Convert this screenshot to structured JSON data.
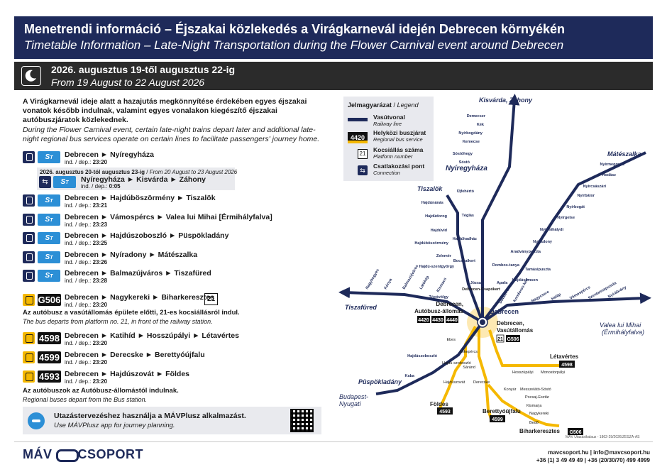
{
  "header": {
    "title_hu": "Menetrendi információ – Éjszakai közlekedés a Virágkarnevál idején Debrecen környékén",
    "title_en": "Timetable Information – Late-Night Transportation during the Flower Carnival event around Debrecen"
  },
  "datebar": {
    "icon": "moon-icon",
    "date_hu": "2026. augusztus 19-től augusztus 22-ig",
    "date_en": "From 19 August to 22 August 2026"
  },
  "intro": {
    "hu": "A Virágkarnevál ideje alatt a hazajutás megkönnyítése érdekében egyes éjszakai vonatok később indulnak, valamint egyes vonalakon kiegészítő éjszakai autóbuszjáratok közlekednek.",
    "en": "During the Flower Carnival event, certain late-night trains depart later and additional late-night regional bus services operate on certain lines to facilitate passengers' journey home."
  },
  "dep_label": "ind. / dep.:",
  "services": [
    {
      "type": "train",
      "badge": "S",
      "route": "Debrecen ► Nyíregyháza",
      "dep": "23:20"
    },
    {
      "type": "train",
      "badge": "S",
      "route": "Debrecen ► Hajdúböszörmény ► Tiszalök",
      "dep": "23:21"
    },
    {
      "type": "train",
      "badge": "S",
      "route": "Debrecen ► Vámospércs ► Valea lui Mihai [Érmihályfalva]",
      "dep": "23:23"
    },
    {
      "type": "train",
      "badge": "S",
      "route": "Debrecen ► Hajdúszoboszló ► Püspökladány",
      "dep": "23:25"
    },
    {
      "type": "train",
      "badge": "S",
      "route": "Debrecen ► Nyíradony ► Mátészalka",
      "dep": "23:26"
    },
    {
      "type": "train",
      "badge": "S",
      "route": "Debrecen ► Balmazújváros ► Tiszafüred",
      "dep": "23:28"
    },
    {
      "type": "bus",
      "badge": "G506",
      "route": "Debrecen ► Nagykereki ► Biharkeresztes",
      "dep": "23:20"
    },
    {
      "type": "bus",
      "badge": "4598",
      "route": "Debrecen ► Katihíd ► Hosszúpályi ► Létavértes",
      "dep": "23:20"
    },
    {
      "type": "bus",
      "badge": "4599",
      "route": "Debrecen ► Derecske ► Berettyóújfalu",
      "dep": "23:20"
    },
    {
      "type": "bus",
      "badge": "4593",
      "route": "Debrecen ► Hajdúszovát ► Földes",
      "dep": "23:20"
    }
  ],
  "extension": {
    "date_hu": "2026. augusztus 20-tól augusztus 23-ig",
    "date_en": "From 20 August to 23 August 2026",
    "route": "Nyíregyháza ► Kisvárda ► Záhony",
    "dep": "0:05"
  },
  "g506_platform": "21",
  "note_g506": {
    "hu": "Az autóbusz a vasútállomás épülete előtti, 21-es kocsiállásról indul.",
    "en": "The bus departs from platform no. 21, in front of the railway station."
  },
  "note_buses": {
    "hu": "Az autóbuszok az Autóbusz-állomástól indulnak.",
    "en": "Regional buses depart from the Bus station."
  },
  "app": {
    "hu": "Utazástervezéshez használja a MÁVPlusz alkalmazást.",
    "en": "Use MÁVPlusz app for journey planning."
  },
  "legend": {
    "title_hu": "Jelmagyarázat",
    "title_en": "Legend",
    "items": [
      {
        "hu": "Vasútvonal",
        "en": "Railway line"
      },
      {
        "hu": "Helyközi buszjárat",
        "en": "Regional bus service",
        "badge": "4420"
      },
      {
        "hu": "Kocsiállás száma",
        "en": "Platform number",
        "badge": "21"
      },
      {
        "hu": "Csatlakozási pont",
        "en": "Connection"
      }
    ]
  },
  "map": {
    "terminals": {
      "zahony": "Kisvárda, Záhony",
      "nyiregyhaza": "Nyíregyháza",
      "tiszalok": "Tiszalök",
      "mateszalka": "Mátészalka",
      "tiszafured": "Tiszafüred",
      "valea": "Valea lui Mihai",
      "valea2": "(Érmihályfalva)",
      "puspokladany": "Püspökladány",
      "budapest": "Budapest-",
      "budapest2": "Nyugati",
      "letavertes": "Létavértes",
      "foldes": "Földes",
      "berettyoujfalu": "Berettyóújfalu",
      "biharkeresztes": "Biharkeresztes"
    },
    "north": [
      "Demecser",
      "Kék",
      "Nyírbogdány",
      "Kemecse",
      "Sóstóhegy",
      "Sóstó"
    ],
    "debrecen_north": [
      "Újfehértó",
      "Téglás",
      "Hajdúhadház",
      "Bocskaikert"
    ],
    "tiszalok_line": [
      "Hajdúnánás",
      "Hajdúdorog",
      "Hajdúvid",
      "Hajdúböszörmény",
      "Zelemér",
      "Hajdú-szentgyörgy"
    ],
    "mateszalka_line": [
      "Nyírmeggyes",
      "Hodász",
      "Nyírcsászári",
      "Nyírbátor",
      "Nyírbogát",
      "Nyírgelse",
      "Nyírmihálydi",
      "Nyíradony",
      "Aradványpuszta",
      "Tamásipuszta",
      "Hajdúsámson",
      "Dombos-tanya"
    ],
    "west": [
      "Nagyhegyes",
      "Kónya",
      "Balmazújváros",
      "Látókép",
      "Kismacs",
      "Józsa",
      "Apafa",
      "Tócóvölgy"
    ],
    "east": [
      "Dobozi utca",
      "Kondoros-kert",
      "Nagycsere",
      "Haláp",
      "Vámospércs",
      "Szentannapuszta",
      "Nyírábrány"
    ],
    "south": [
      "Ebes",
      "Hajdúszoboszló",
      "Kaba"
    ],
    "bus_stops": [
      "Ebes",
      "Mikepércs",
      "Hajdú-szoboszló",
      "Sáránd",
      "Hajdúszovát",
      "Derecske",
      "Konyár",
      "Messzelátó-Sóstó",
      "Pocsaj-Esztár",
      "Kismarja",
      "Nagykereki",
      "Bedő",
      "Hosszúpályi",
      "Monostorpályi"
    ],
    "debrecen": "Debrecen",
    "busstation": "Debrecen, Autóbusz-állomás",
    "busstation1": "Debrecen,",
    "busstation2": "Autóbusz-állomás",
    "railstation1": "Debrecen,",
    "railstation2": "Vasútállomás",
    "csapokert": "Debrecen-Csapókert",
    "bs_badges": [
      "4420",
      "4430",
      "4440"
    ],
    "rs_badges": [
      "21",
      "G506"
    ]
  },
  "footer": {
    "logo_left": "MÁV",
    "logo_right": "CSOPORT",
    "contact1": "mavcsoport.hu | info@mavcsoport.hu",
    "contact2": "+36 (1) 3 49 49 49 | +36 (20/30/70) 499 4999",
    "ref": "MÁV Utazásikalauz - 1862-29/2026/ZESZA-AS"
  },
  "colors": {
    "navy": "#1e2a5a",
    "bus_yellow": "#f5b800",
    "s_blue": "#2c8fd6",
    "dark": "#2b2b2b"
  }
}
